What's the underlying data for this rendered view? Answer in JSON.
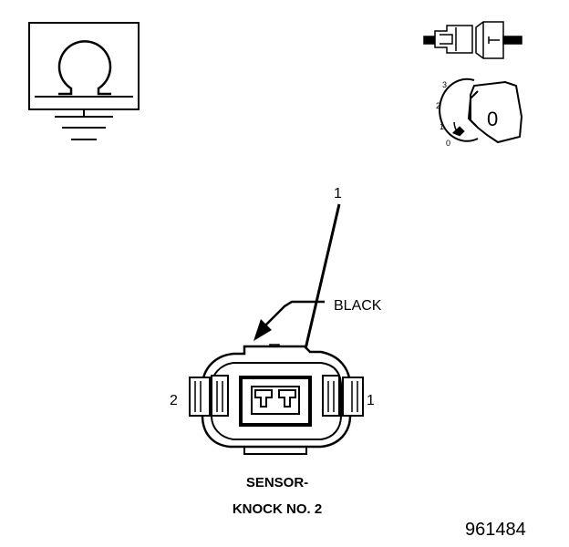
{
  "callout": {
    "number": "1",
    "wire_color": "BLACK"
  },
  "connector": {
    "pin_left": "2",
    "pin_right": "1"
  },
  "title": {
    "line1": "SENSOR-",
    "line2": "KNOCK NO. 2"
  },
  "figure_id": "961484",
  "ignition": {
    "positions": [
      "3",
      "2",
      "1",
      "0"
    ],
    "key_symbol": "0"
  },
  "icons": {
    "ohmmeter": "ohm-symbol-with-ground",
    "connector_view": "disconnected-connector-icon",
    "ignition_key": "ignition-key-off-icon"
  },
  "colors": {
    "line": "#000000",
    "background": "#ffffff"
  }
}
